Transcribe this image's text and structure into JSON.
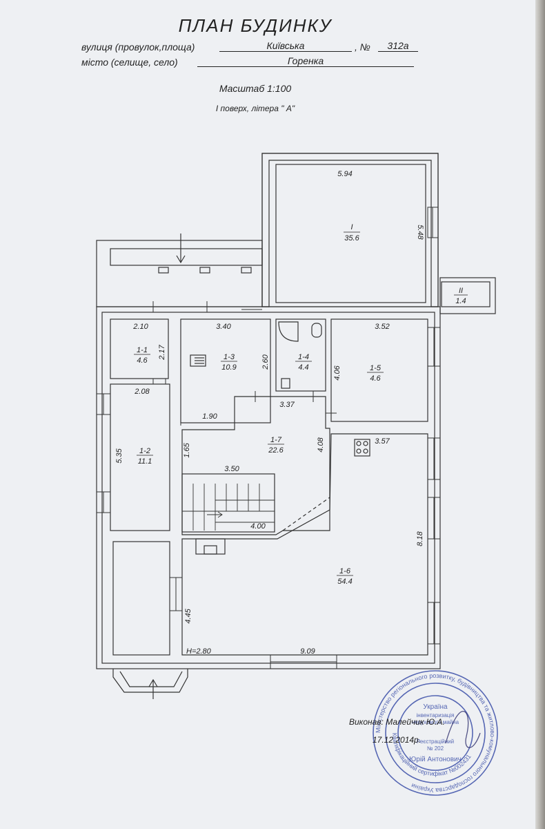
{
  "header": {
    "title": "ПЛАН БУДИНКУ",
    "street_label": "вулиця (провулок,площа)",
    "street_value": "Київська",
    "number_label": ", №",
    "number_value": "312а",
    "city_label": "місто (селище, село)",
    "city_value": "Горенка",
    "scale": "Масштаб 1:100",
    "floor": "І поверх, літера \" А\""
  },
  "rooms": [
    {
      "id": "I",
      "area": "35.6"
    },
    {
      "id": "II",
      "area": "1.4"
    },
    {
      "id": "1-1",
      "area": "4.6"
    },
    {
      "id": "1-2",
      "area": "11.1"
    },
    {
      "id": "1-3",
      "area": "10.9"
    },
    {
      "id": "1-4",
      "area": "4.4"
    },
    {
      "id": "1-5",
      "area": "4.6"
    },
    {
      "id": "1-6",
      "area": "54.4"
    },
    {
      "id": "1-7",
      "area": "22.6"
    }
  ],
  "dimensions": {
    "d594": "5.94",
    "d548": "5.48",
    "d210": "2.10",
    "d217": "2.17",
    "d340": "3.40",
    "d260": "2.60",
    "d352": "3.52",
    "d406": "4.06",
    "d337": "3.37",
    "d208": "2.08",
    "d190": "1.90",
    "d535": "5.35",
    "d165": "1.65",
    "d408": "4.08",
    "d357": "3.57",
    "d350": "3.50",
    "d400": "4.00",
    "d818": "8.18",
    "d445": "4.45",
    "d909": "9.09",
    "height": "H=2.80"
  },
  "footer": {
    "executor": "Виконав: Малейчик Ю.А.",
    "date": "17.12.2014р."
  },
  "stamp": {
    "ring_text": "Міністерство регіонального розвитку, будівництва та житлово-комунального господарства України",
    "inner_text": "Кваліфікаційний сертифікат №002431",
    "center_lines": [
      "Україна",
      "інвентаризація",
      "нерухомого майна",
      "Реєстраційний",
      "№ 202",
      "Юрій Антонович"
    ]
  },
  "colors": {
    "ink": "#222222",
    "stamp": "#3b4fa8",
    "paper": "#eef0f3"
  }
}
